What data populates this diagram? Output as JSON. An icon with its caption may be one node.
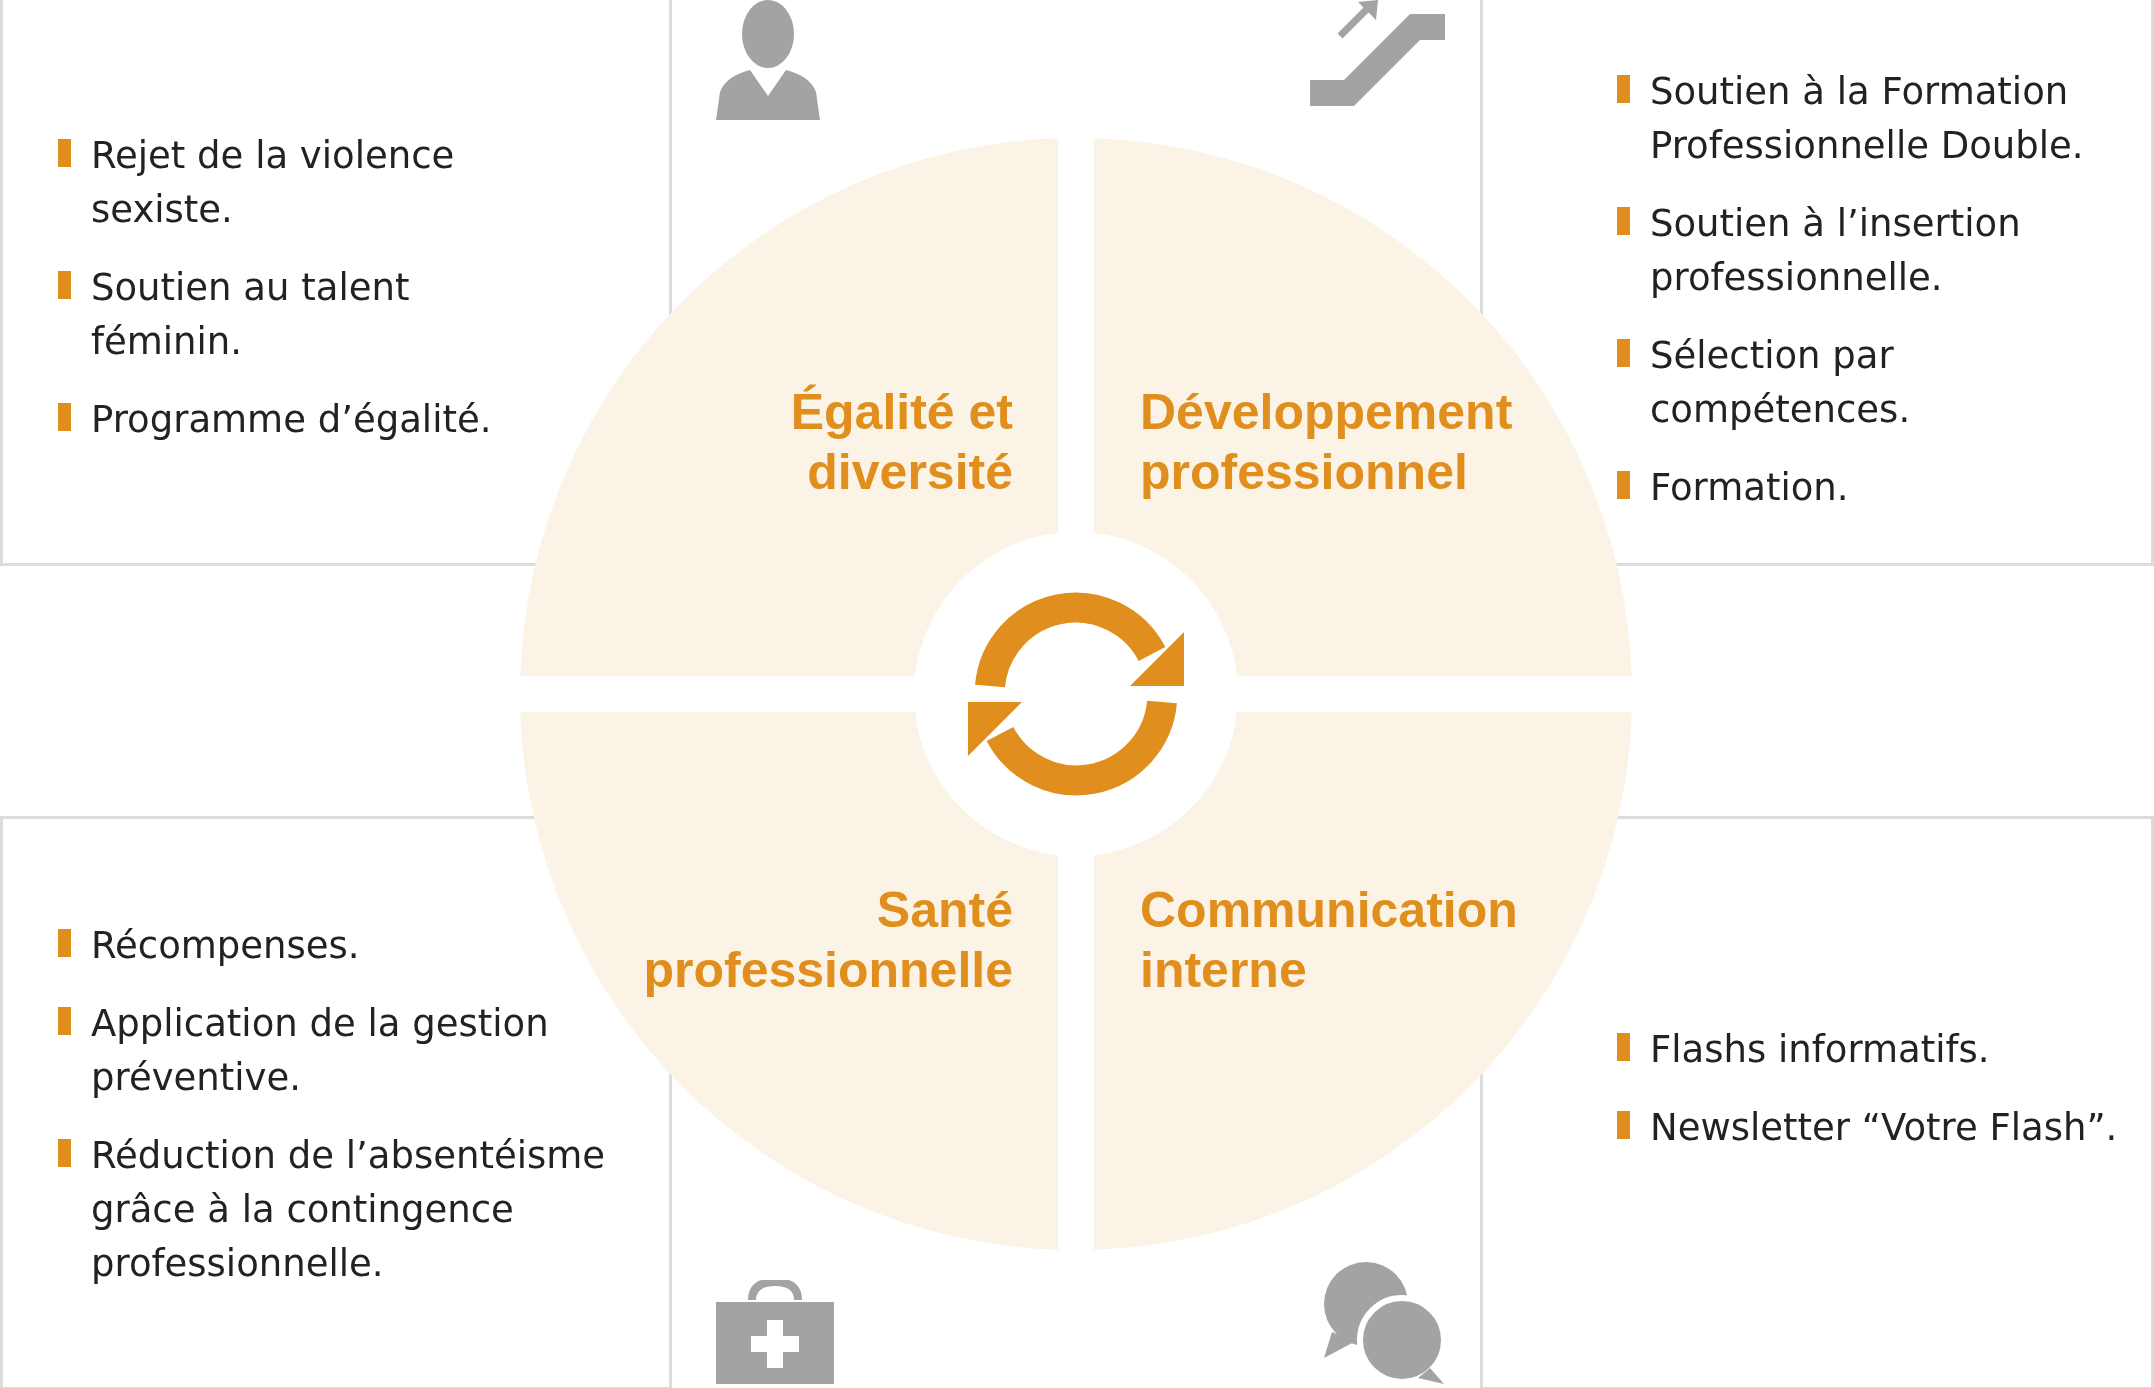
{
  "diagram": {
    "nodes": [
      {
        "text": [
          "Rejet de la violence sexiste.",
          "Soutien au talent féminin.",
          "Programme d’égalité."
        ]
      },
      {
        "text": [
          "Égalité et diversité"
        ]
      },
      {
        "text": [
          "Développement professionnel"
        ]
      },
      {
        "text": [
          "Soutien à la Formation Professionnelle Double.",
          "Soutien à l’insertion professionnelle.",
          "Sélection par compétences.",
          "Formation."
        ]
      },
      {
        "text": [
          "Récompenses.",
          "Application de la gestion préventive.",
          "Réduction de l’absentéisme grâce à la contingence professionnelle."
        ]
      },
      {
        "text": [
          "Santé professionnelle"
        ]
      },
      {
        "text": [
          "Communication interne"
        ]
      },
      {
        "text": [
          "Flashs informatifs.",
          "Newsletter “Votre Flash”."
        ]
      }
    ],
    "edges": []
  }
}
